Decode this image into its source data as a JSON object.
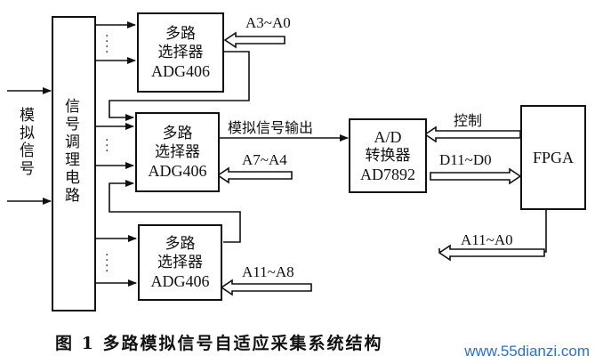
{
  "input_label": [
    "模",
    "拟",
    "信",
    "号"
  ],
  "conditioning_label": [
    "信",
    "号",
    "调",
    "理",
    "电",
    "路"
  ],
  "mux_top": {
    "line1": "多路",
    "line2": "选择器",
    "line3": "ADG406"
  },
  "mux_mid": {
    "line1": "多路",
    "line2": "选择器",
    "line3": "ADG406"
  },
  "mux_bot": {
    "line1": "多路",
    "line2": "选择器",
    "line3": "ADG406"
  },
  "addr_top": "A3~A0",
  "addr_mid": "A7~A4",
  "addr_bot": "A11~A8",
  "analog_out_label": "模拟信号输出",
  "adc": {
    "line1": "A/D",
    "line2": "转换器",
    "line3": "AD7892"
  },
  "control_label": "控制",
  "data_bus_label": "D11~D0",
  "fpga_label": "FPGA",
  "fpga_addr_label": "A11~A0",
  "caption": "图 1   多路模拟信号自适应采集系统结构",
  "watermark": "www.55dianzi.com"
}
